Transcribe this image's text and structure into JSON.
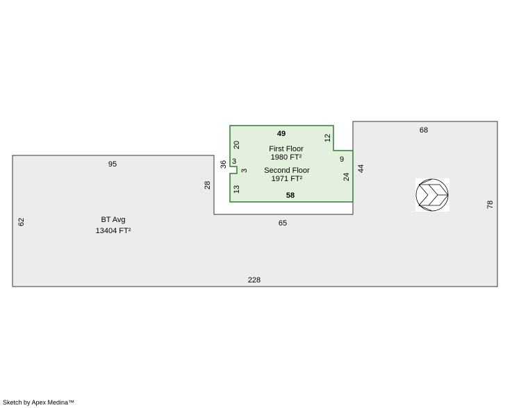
{
  "sketch": {
    "basement": {
      "name": "BT Avg",
      "area": "13404 FT²",
      "fill": "#ececec",
      "stroke": "#333333",
      "dimensions": {
        "left_top": "95",
        "left_side": "62",
        "inner_vertical": "28",
        "inner_bottom": "65",
        "right_top": "68",
        "right_inner": "44",
        "right_side": "78",
        "bottom": "228"
      }
    },
    "floors": {
      "fill": "#e2f0dd",
      "stroke": "#2e7d32",
      "first_floor_name": "First Floor",
      "first_floor_area": "1980 FT²",
      "second_floor_name": "Second Floor",
      "second_floor_area": "1971 FT²",
      "dimensions": {
        "top": "49",
        "top_left_side": "20",
        "left_overall": "36",
        "notch_top": "3",
        "notch_side": "3",
        "bottom_left_side": "13",
        "right_step_down": "12",
        "step_over": "9",
        "right_side": "24",
        "bottom": "58"
      }
    },
    "north_arrow_icon": "north-arrow-icon",
    "credit": "Sketch by Apex Medina™"
  }
}
